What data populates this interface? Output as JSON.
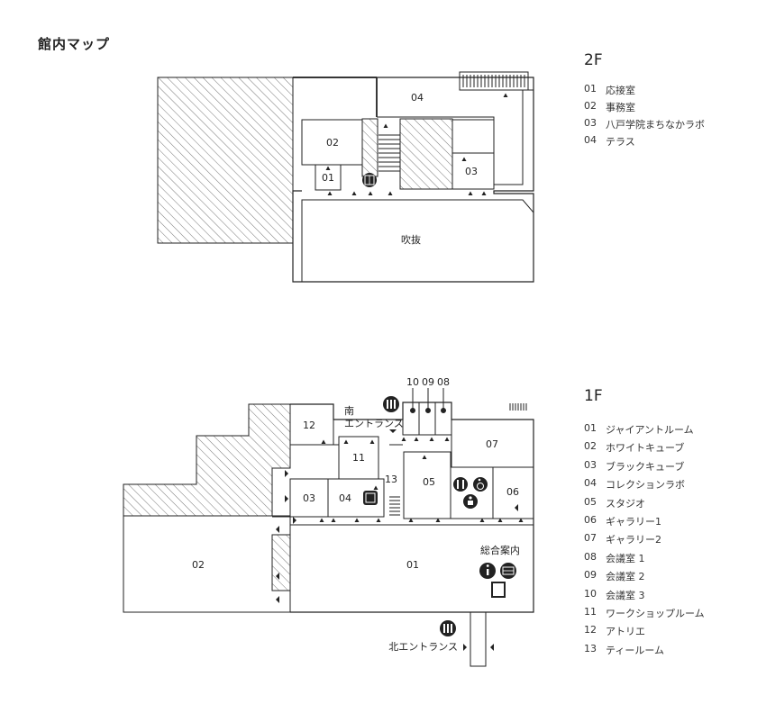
{
  "title": "館内マップ",
  "floor2": {
    "label": "2F",
    "legend": [
      {
        "num": "01",
        "name": "応接室"
      },
      {
        "num": "02",
        "name": "事務室"
      },
      {
        "num": "03",
        "name": "八戸学院まちなかラボ"
      },
      {
        "num": "04",
        "name": "テラス"
      }
    ],
    "rooms": {
      "r01": "01",
      "r02": "02",
      "r03": "03",
      "r04": "04",
      "atrium": "吹抜"
    }
  },
  "floor1": {
    "label": "1F",
    "legend": [
      {
        "num": "01",
        "name": "ジャイアントルーム"
      },
      {
        "num": "02",
        "name": "ホワイトキューブ"
      },
      {
        "num": "03",
        "name": "ブラックキューブ"
      },
      {
        "num": "04",
        "name": "コレクションラボ"
      },
      {
        "num": "05",
        "name": "スタジオ"
      },
      {
        "num": "06",
        "name": "ギャラリー1"
      },
      {
        "num": "07",
        "name": "ギャラリー2"
      },
      {
        "num": "08",
        "name": "会議室 1"
      },
      {
        "num": "09",
        "name": "会議室 2"
      },
      {
        "num": "10",
        "name": "会議室 3"
      },
      {
        "num": "11",
        "name": "ワークショップルーム"
      },
      {
        "num": "12",
        "name": "アトリエ"
      },
      {
        "num": "13",
        "name": "ティールーム"
      }
    ],
    "rooms": {
      "r01": "01",
      "r02": "02",
      "r03": "03",
      "r04": "04",
      "r05": "05",
      "r06": "06",
      "r07": "07",
      "r08": "08",
      "r09": "09",
      "r10": "10",
      "r11": "11",
      "r12": "12",
      "r13": "13"
    },
    "south_entrance": [
      "南",
      "エントランス"
    ],
    "north_entrance": "北エントランス",
    "info_desk": "総合案内"
  },
  "icons": {
    "elevator": "elevator-icon",
    "restroom": "restroom-icon",
    "accessible": "wheelchair-icon",
    "nursing": "baby-changing-icon",
    "info": "information-icon",
    "locker": "coin-locker-icon",
    "door_arrow": "door-arrow-icon"
  }
}
